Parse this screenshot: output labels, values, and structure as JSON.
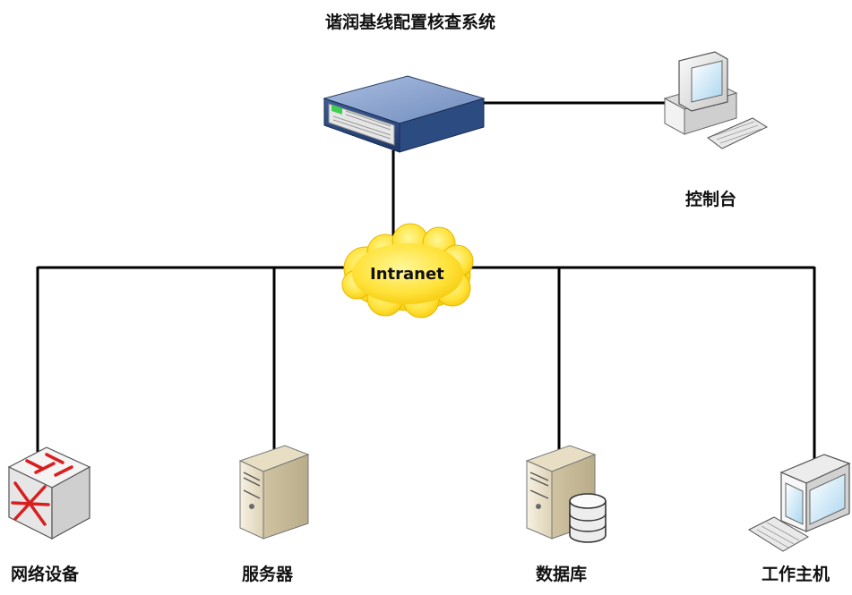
{
  "title": "谐润基线配置核查系统",
  "nodes": {
    "appliance": {
      "icon": "rack-appliance-icon"
    },
    "console": {
      "label": "控制台",
      "icon": "desktop-computer-icon"
    },
    "intranet": {
      "label": "Intranet",
      "icon": "cloud-icon"
    },
    "network_device": {
      "label": "网络设备",
      "icon": "network-switch-icon"
    },
    "server": {
      "label": "服务器",
      "icon": "server-tower-icon"
    },
    "database": {
      "label": "数据库",
      "icon": "database-server-icon"
    },
    "workstation": {
      "label": "工作主机",
      "icon": "workstation-icon"
    }
  },
  "colors": {
    "line": "#000000",
    "cloud": "#ffe83a",
    "appliance_top": "#8ea6cf",
    "appliance_front": "#2b4d85",
    "device_beige": "#efe6cf"
  }
}
